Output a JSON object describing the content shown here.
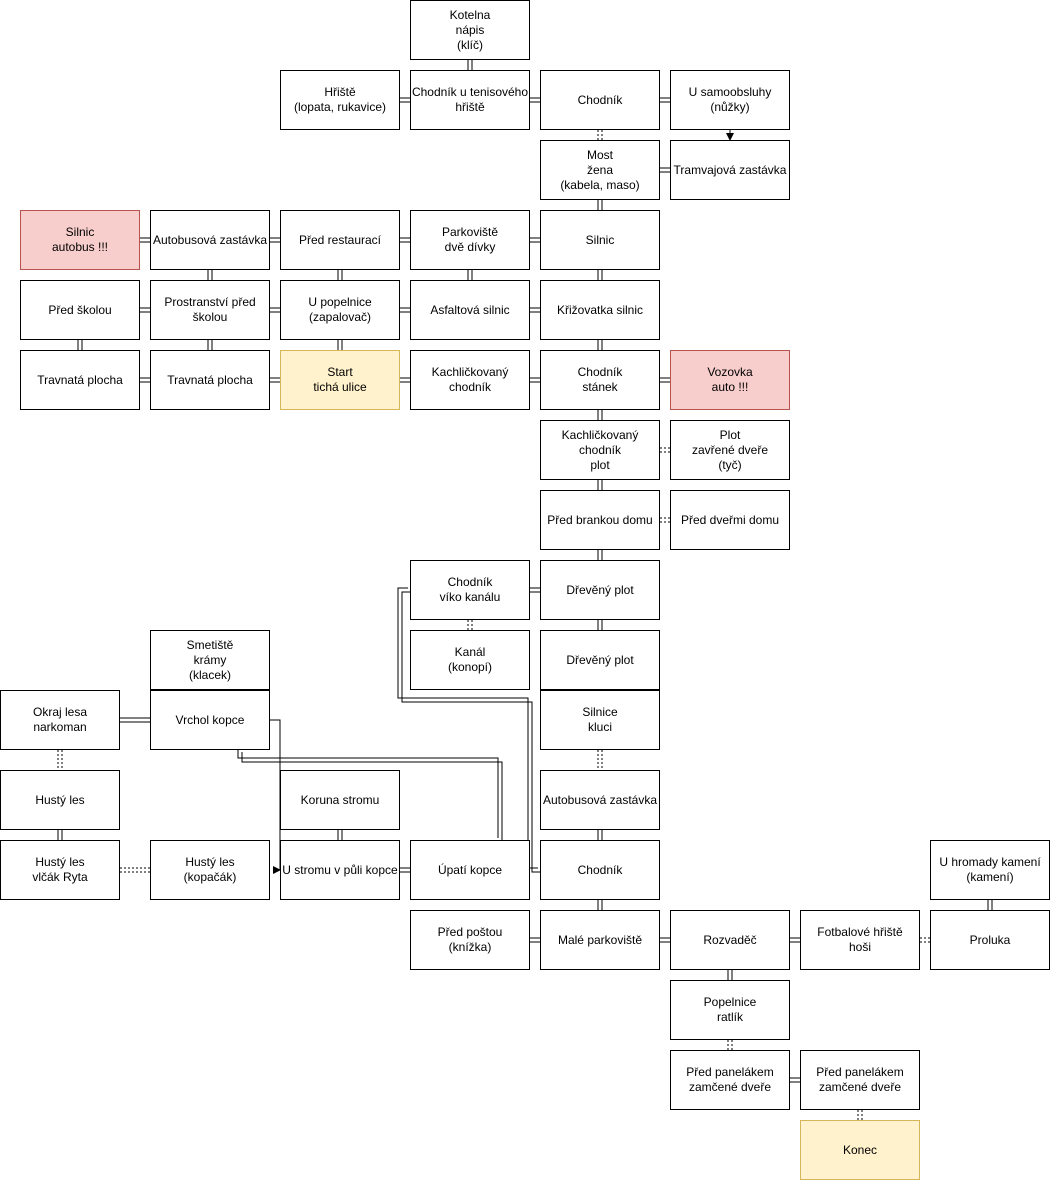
{
  "nodes": {
    "kotelna": [
      "Kotelna",
      "nápis",
      "(klíč)"
    ],
    "hriste": [
      "Hřiště",
      "(lopata, rukavice)"
    ],
    "chodnik_tenis": [
      "Chodník u tenisového",
      "hřiště"
    ],
    "chodnik_top": [
      "Chodník"
    ],
    "samoobsluha": [
      "U samoobsluhy",
      "(nůžky)"
    ],
    "most": [
      "Most",
      "žena",
      "(kabela, maso)"
    ],
    "tramvaj": [
      "Tramvajová zastávka"
    ],
    "silnic_autobus": [
      "Silnic",
      "autobus !!!"
    ],
    "autobus_zastavka_top": [
      "Autobusová zastávka"
    ],
    "pred_restauraci": [
      "Před restaurací"
    ],
    "parkoviste_divky": [
      "Parkoviště",
      "dvě dívky"
    ],
    "silnic": [
      "Silnic"
    ],
    "pred_skolou": [
      "Před školou"
    ],
    "prostranstvi": [
      "Prostranství před",
      "školou"
    ],
    "popelnice_zapalovac": [
      "U popelnice",
      "(zapalovač)"
    ],
    "asfaltova": [
      "Asfaltová silnic"
    ],
    "krizovatka": [
      "Křižovatka silnic"
    ],
    "travnata1": [
      "Travnatá plocha"
    ],
    "travnata2": [
      "Travnatá plocha"
    ],
    "start": [
      "Start",
      "tichá ulice"
    ],
    "kachlickovy1": [
      "Kachličkovaný",
      "chodník"
    ],
    "chodnik_stanek": [
      "Chodník",
      "stánek"
    ],
    "vozovka": [
      "Vozovka",
      "auto !!!"
    ],
    "kachlickovy_plot": [
      "Kachličkovaný",
      "chodník",
      "plot"
    ],
    "plot_dvere": [
      "Plot",
      "zavřené dveře",
      "(tyč)"
    ],
    "pred_brankou": [
      "Před brankou domu"
    ],
    "pred_dvermi": [
      "Před dveřmi domu"
    ],
    "chodnik_kanal": [
      "Chodník",
      "víko kanálu"
    ],
    "dreveny1": [
      "Dřevěný plot"
    ],
    "kanal": [
      "Kanál",
      "(konopí)"
    ],
    "dreveny2": [
      "Dřevěný plot"
    ],
    "smetiste": [
      "Smetiště",
      "krámy",
      "(klacek)"
    ],
    "okraj_lesa": [
      "Okraj lesa",
      "narkoman"
    ],
    "vrchol": [
      "Vrchol kopce"
    ],
    "silnice_kluci": [
      "Silnice",
      "kluci"
    ],
    "husty1": [
      "Hustý les"
    ],
    "koruna": [
      "Koruna stromu"
    ],
    "autobus_zastavka_bottom": [
      "Autobusová zastávka"
    ],
    "husty_vlcak": [
      "Hustý les",
      "vlčák Ryta"
    ],
    "husty_kopacak": [
      "Hustý les",
      "(kopačák)"
    ],
    "u_stromu": [
      "U stromu v půli kopce"
    ],
    "upati": [
      "Úpatí kopce"
    ],
    "chodnik_bottom": [
      "Chodník"
    ],
    "hromada": [
      "U hromady kamení",
      "(kamení)"
    ],
    "pred_postou": [
      "Před poštou",
      "(knížka)"
    ],
    "male_parkoviste": [
      "Malé parkoviště"
    ],
    "rozvadec": [
      "Rozvaděč"
    ],
    "fotbal": [
      "Fotbalové hřiště",
      "hoši"
    ],
    "proluka": [
      "Proluka"
    ],
    "popelnice_ratlik": [
      "Popelnice",
      "ratlík"
    ],
    "panelak1": [
      "Před panelákem",
      "zamčené dveře"
    ],
    "panelak2": [
      "Před panelákem",
      "zamčené dveře"
    ],
    "konec": [
      "Konec"
    ]
  },
  "colors": {
    "red_fill": "#f8cecc",
    "red_stroke": "#b85450",
    "yellow_fill": "#fff2cc",
    "yellow_stroke": "#d6b656"
  }
}
